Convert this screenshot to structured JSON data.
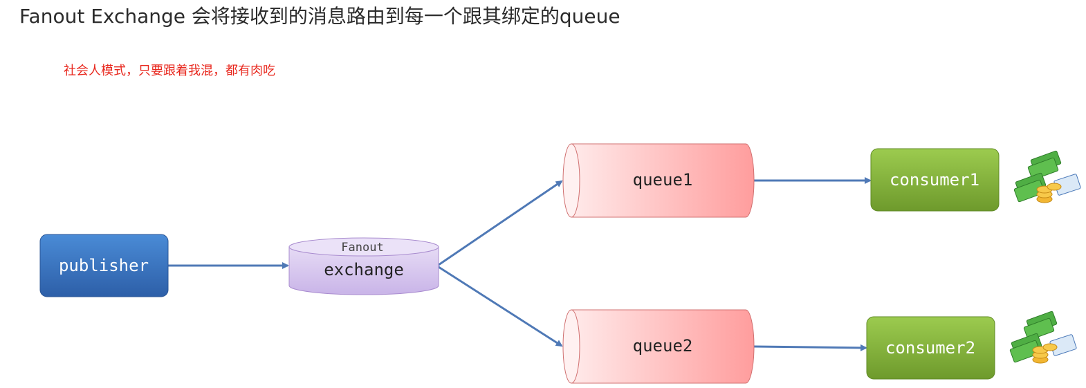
{
  "title": "Fanout Exchange 会将接收到的消息路由到每一个跟其绑定的queue",
  "subtitle": "社会人模式，只要跟着我混，都有肉吃",
  "nodes": {
    "publisher": "publisher",
    "exchange_type": "Fanout",
    "exchange": "exchange",
    "queue1": "queue1",
    "queue2": "queue2",
    "consumer1": "consumer1",
    "consumer2": "consumer2"
  },
  "icons": {
    "consumer1_reward": "money-icon",
    "consumer2_reward": "money-icon"
  },
  "colors": {
    "publisher": "#3d77c4",
    "exchange": "#d9c9ef",
    "queue": "#ffb3b3",
    "consumer": "#86b53c",
    "arrow": "#4f79b6",
    "subtitle": "#e8271d"
  }
}
